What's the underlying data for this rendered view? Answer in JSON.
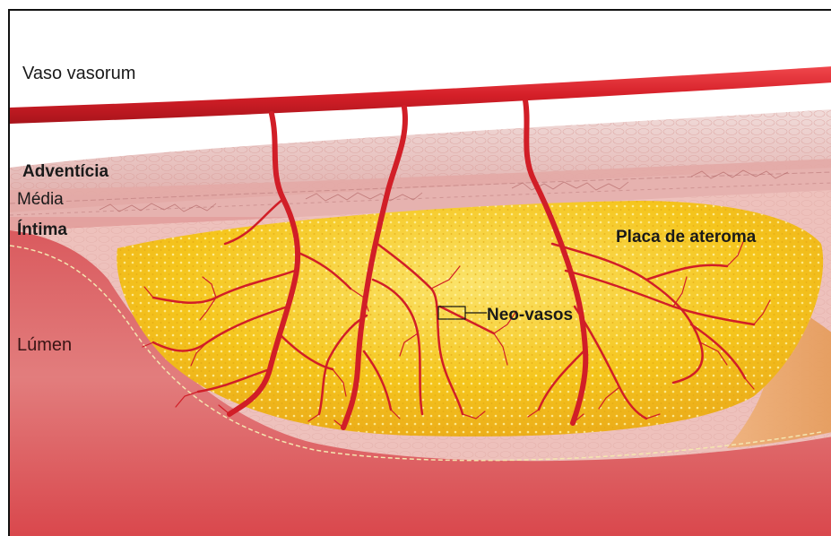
{
  "labels": {
    "vaso_vasorum": "Vaso vasorum",
    "adventicia": "Adventícia",
    "media": "Média",
    "intima": "Íntima",
    "lumen": "Lúmen",
    "placa": "Placa de ateroma",
    "neovasos": "Neo-vasos"
  },
  "colors": {
    "vessel_red": "#d8202a",
    "plaque_yellow": "#f5c51c",
    "lumen_red": "#d94a4e",
    "adventitia_pink": "#e8b7b4",
    "intima_pink": "#efc2bd"
  }
}
